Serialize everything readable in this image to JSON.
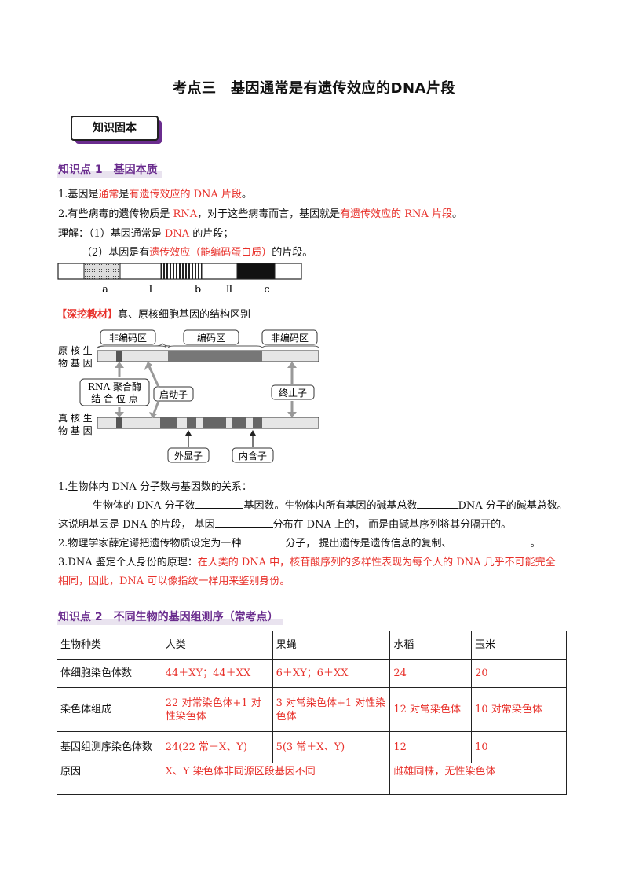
{
  "title": "考点三　基因通常是有遗传效应的DNA片段",
  "badge": "知识固本",
  "kp1": {
    "heading": "知识点 1　基因本质",
    "l1": [
      "1.基因是",
      "通常",
      "是",
      "有遗传效应的 DNA 片段",
      "。"
    ],
    "l2": [
      "2.有些病毒的遗传物质是 ",
      "RNA",
      "，对于这些病毒而言，基因就是",
      "有遗传效应的 RNA 片段",
      "。"
    ],
    "l3": [
      "理解：（1）基因通常是 ",
      "DNA",
      " 的片段；"
    ],
    "l4": [
      "（2）基因是有",
      "遗传效应（能编码蛋白质）",
      "的片段。"
    ],
    "bar_labels": [
      "a",
      "Ⅰ",
      "b",
      "Ⅱ",
      "c"
    ]
  },
  "tip": {
    "tag": "【深挖教材】",
    "text": "真、原核细胞基因的结构区别"
  },
  "diagram": {
    "pro_label": [
      "原 核 生",
      "物 基 因"
    ],
    "eu_label": [
      "真 核 生",
      "物 基 因"
    ],
    "noncoding1": "非编码区",
    "coding": "编码区",
    "noncoding2": "非编码区",
    "rna_pol": [
      "RNA 聚合酶",
      "结 合 位 点"
    ],
    "promoter": "启动子",
    "terminator": "终止子",
    "exon": "外显子",
    "intron": "内含子"
  },
  "q": {
    "q1": "1.生物体内 DNA 分子数与基因数的关系：",
    "q1a": [
      "生物体的 DNA 分子数",
      "基因数。生物体内所有基因的碱基总数",
      "DNA 分子的碱基总数。"
    ],
    "q1b": [
      "这说明基因是 DNA 的片段，  基因",
      "分布在 DNA 上的，  而是由碱基序列将其分隔开的。"
    ],
    "q2": [
      "2.物理学家薛定谔把遗传物质设定为一种",
      "分子，  提出遗传是遗传信息的复制、",
      "。"
    ],
    "q3": [
      "3.DNA 鉴定个人身份的原理：",
      "在人类的 DNA 中，核苷酸序列的多样性表现为每个人的 DNA 几乎不可能完全"
    ],
    "q3b": "相同，因此，DNA 可以像指纹一样用来鉴别身份。"
  },
  "kp2": {
    "heading": "知识点 2　不同生物的基因组测序（常考点）",
    "header": [
      "生物种类",
      "人类",
      "果蝇",
      "水稻",
      "玉米"
    ],
    "rows": [
      [
        "体细胞染色体数",
        "44＋XY；44＋XX",
        "6＋XY；6＋XX",
        "24",
        "20"
      ],
      [
        "染色体组成",
        "22 对常染色体+1 对性染色体",
        "3 对常染色体+1 对性染色体",
        "12 对常染色体",
        "10 对常染色体"
      ],
      [
        "基因组测序染色体数",
        "24(22 常＋X、Y)",
        "5(3 常＋X、Y)",
        "12",
        "10"
      ]
    ],
    "reason_label": "原因",
    "reason_animal": "X、Y 染色体非同源区段基因不同",
    "reason_plant": "雌雄同株，无性染色体"
  },
  "colors": {
    "accent": "#6a2c8e",
    "answer": "#e8302a"
  }
}
